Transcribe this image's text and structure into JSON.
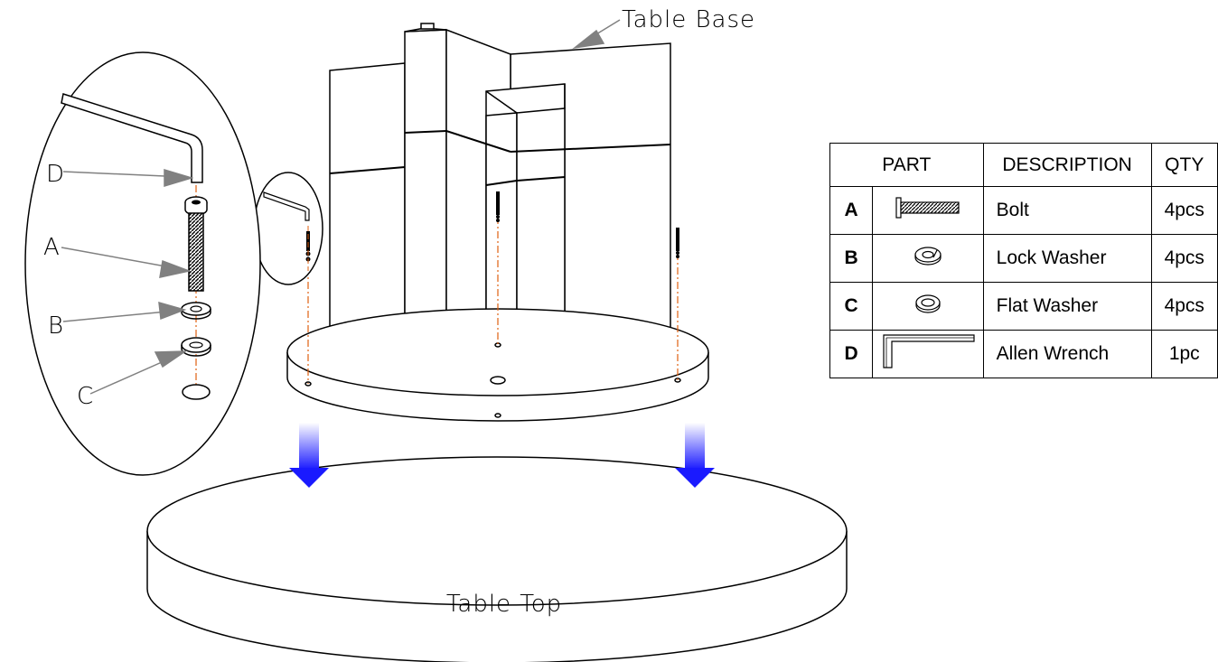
{
  "labels": {
    "table_base": "Table Base",
    "table_top": "Table Top",
    "callouts": [
      "D",
      "A",
      "B",
      "C"
    ]
  },
  "parts_table": {
    "headers": [
      "PART",
      "DESCRIPTION",
      "QTY"
    ],
    "rows": [
      {
        "letter": "A",
        "icon": "bolt-icon",
        "description": "Bolt",
        "qty": "4pcs"
      },
      {
        "letter": "B",
        "icon": "lock-washer-icon",
        "description": "Lock Washer",
        "qty": "4pcs"
      },
      {
        "letter": "C",
        "icon": "flat-washer-icon",
        "description": "Flat Washer",
        "qty": "4pcs"
      },
      {
        "letter": "D",
        "icon": "allen-wrench-icon",
        "description": "Allen Wrench",
        "qty": "1pc"
      }
    ]
  },
  "colors": {
    "line": "#000000",
    "leader": "#808080",
    "axis": "#e06010",
    "arrow": "#1a1aff"
  }
}
